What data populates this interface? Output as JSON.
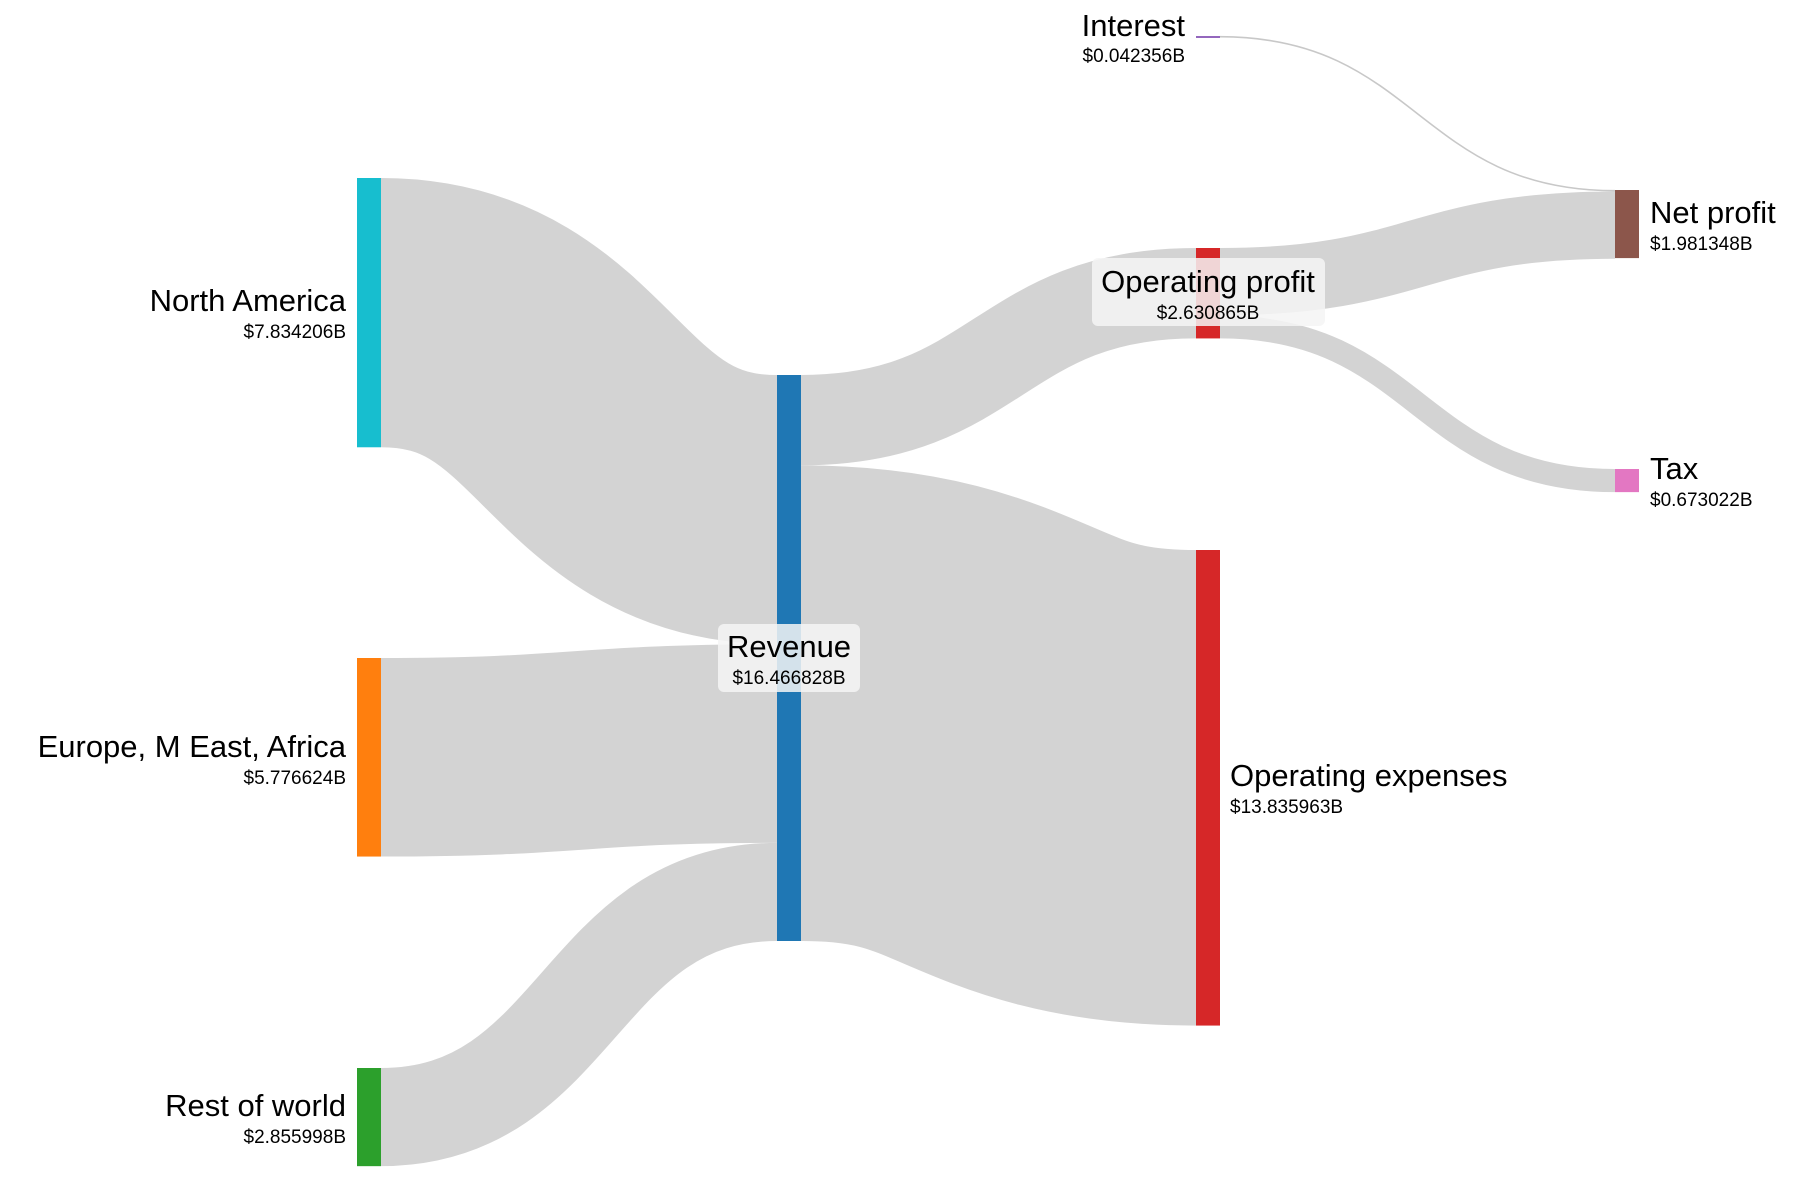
{
  "chart_data": {
    "type": "sankey",
    "unit_prefix": "$",
    "unit_suffix": "B",
    "nodes": [
      {
        "id": "north_america",
        "name": "North America",
        "value_label": "$7.834206B",
        "value": 7.834206,
        "color": "#17becf"
      },
      {
        "id": "emea",
        "name": "Europe, M East, Africa",
        "value_label": "$5.776624B",
        "value": 5.776624,
        "color": "#ff7f0e"
      },
      {
        "id": "rest_of_world",
        "name": "Rest of world",
        "value_label": "$2.855998B",
        "value": 2.855998,
        "color": "#2ca02c"
      },
      {
        "id": "revenue",
        "name": "Revenue",
        "value_label": "$16.466828B",
        "value": 16.466828,
        "color": "#1f77b4"
      },
      {
        "id": "operating_profit",
        "name": "Operating profit",
        "value_label": "$2.630865B",
        "value": 2.630865,
        "color": "#d62728"
      },
      {
        "id": "operating_expenses",
        "name": "Operating expenses",
        "value_label": "$13.835963B",
        "value": 13.835963,
        "color": "#d62728"
      },
      {
        "id": "interest",
        "name": "Interest",
        "value_label": "$0.042356B",
        "value": 0.042356,
        "color": "#9467bd"
      },
      {
        "id": "net_profit",
        "name": "Net profit",
        "value_label": "$1.981348B",
        "value": 1.981348,
        "color": "#8c564b"
      },
      {
        "id": "tax",
        "name": "Tax",
        "value_label": "$0.673022B",
        "value": 0.673022,
        "color": "#e377c2"
      }
    ],
    "links": [
      {
        "source": "north_america",
        "target": "revenue",
        "value": 7.834206
      },
      {
        "source": "emea",
        "target": "revenue",
        "value": 5.776624
      },
      {
        "source": "rest_of_world",
        "target": "revenue",
        "value": 2.855998
      },
      {
        "source": "revenue",
        "target": "operating_profit",
        "value": 2.630865
      },
      {
        "source": "revenue",
        "target": "operating_expenses",
        "value": 13.835963
      },
      {
        "source": "operating_profit",
        "target": "net_profit",
        "value": 1.957843
      },
      {
        "source": "operating_profit",
        "target": "tax",
        "value": 0.673022
      },
      {
        "source": "interest",
        "target": "net_profit",
        "value": 0.042356
      }
    ],
    "link_color": "#d3d3d3"
  }
}
